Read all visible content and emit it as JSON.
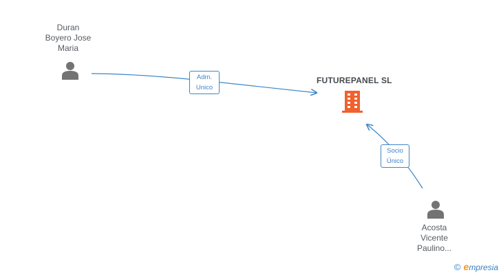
{
  "nodes": {
    "person1": {
      "name_lines": [
        "Duran",
        "Boyero Jose",
        "Maria"
      ],
      "icon": "person-icon"
    },
    "company": {
      "name": "FUTUREPANEL SL",
      "icon": "building-icon",
      "color": "#f0612e"
    },
    "person2": {
      "name_lines": [
        "Acosta",
        "Vicente",
        "Paulino..."
      ],
      "icon": "person-icon"
    }
  },
  "edges": {
    "edge1": {
      "label_lines": [
        "Adm.",
        "Unico"
      ]
    },
    "edge2": {
      "label_lines": [
        "Socio",
        "Único"
      ]
    }
  },
  "colors": {
    "edge": "#3d85c6",
    "person": "#737373",
    "company": "#f0612e",
    "brand_accent": "#f39a1e"
  },
  "brand": {
    "copyright": "©",
    "initial": "e",
    "rest": "mpresia"
  }
}
